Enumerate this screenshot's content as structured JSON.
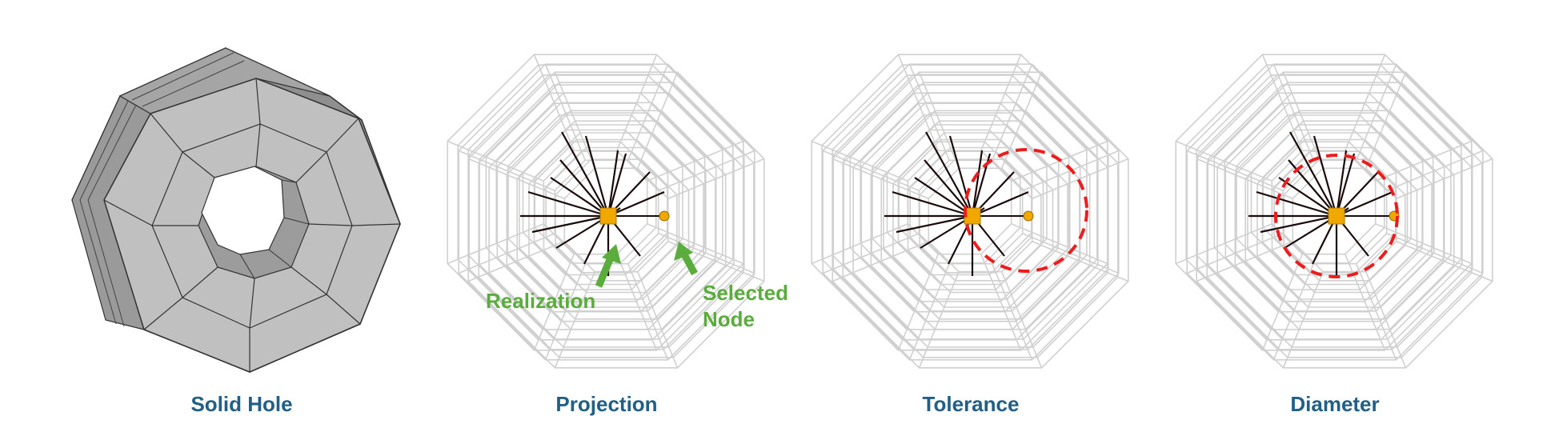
{
  "panels": [
    {
      "caption": "Solid Hole"
    },
    {
      "caption": "Projection"
    },
    {
      "caption": "Tolerance"
    },
    {
      "caption": "Diameter"
    }
  ],
  "callouts": {
    "realization": "Realization",
    "selected_node_line1": "Selected",
    "selected_node_line2": "Node"
  },
  "colors": {
    "caption": "#215f86",
    "callout": "#5aac3c",
    "wireframe": "#d0d0d0",
    "solid_face": "#bfbfbf",
    "solid_side": "#8c8c8c",
    "node": "#f0a800",
    "tolerance_circle": "#ee1c1c",
    "spoke": "#1a0a0a"
  },
  "icons": [
    "arrow-icon",
    "node-icon"
  ]
}
